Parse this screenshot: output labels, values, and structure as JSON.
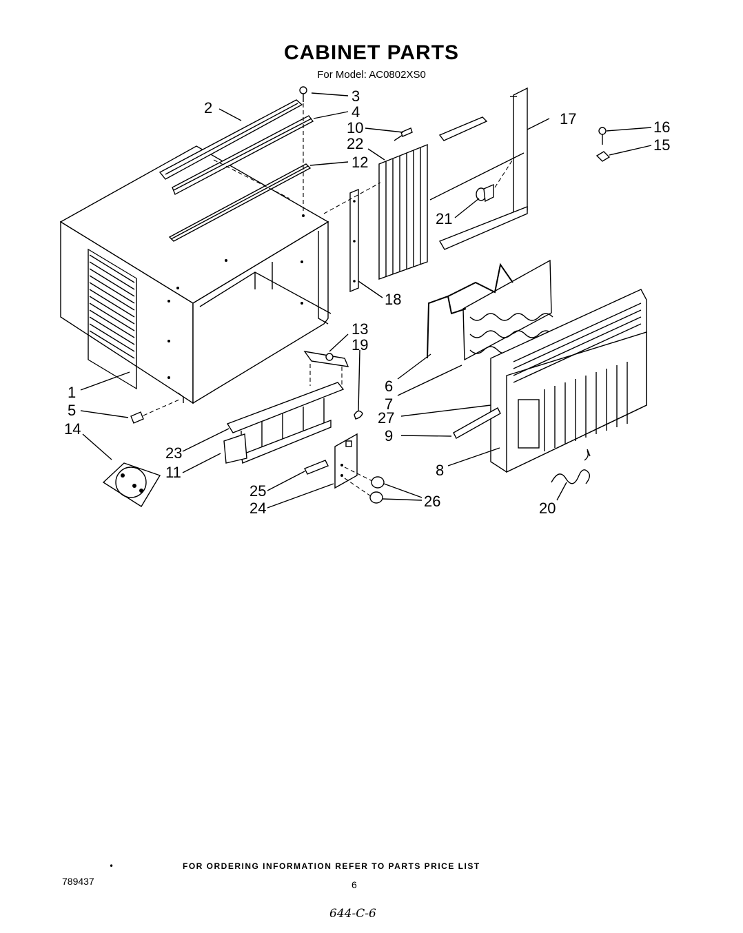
{
  "header": {
    "title": "CABINET PARTS",
    "subtitle": "For Model: AC0802XS0"
  },
  "callouts": [
    {
      "id": "1",
      "label": "1"
    },
    {
      "id": "2",
      "label": "2"
    },
    {
      "id": "3",
      "label": "3"
    },
    {
      "id": "4",
      "label": "4"
    },
    {
      "id": "5",
      "label": "5"
    },
    {
      "id": "6",
      "label": "6"
    },
    {
      "id": "7",
      "label": "7"
    },
    {
      "id": "8",
      "label": "8"
    },
    {
      "id": "9",
      "label": "9"
    },
    {
      "id": "10",
      "label": "10"
    },
    {
      "id": "11",
      "label": "11"
    },
    {
      "id": "12",
      "label": "12"
    },
    {
      "id": "13",
      "label": "13"
    },
    {
      "id": "14",
      "label": "14"
    },
    {
      "id": "15",
      "label": "15"
    },
    {
      "id": "16",
      "label": "16"
    },
    {
      "id": "17",
      "label": "17"
    },
    {
      "id": "18",
      "label": "18"
    },
    {
      "id": "19",
      "label": "19"
    },
    {
      "id": "20",
      "label": "20"
    },
    {
      "id": "21",
      "label": "21"
    },
    {
      "id": "22",
      "label": "22"
    },
    {
      "id": "23",
      "label": "23"
    },
    {
      "id": "24",
      "label": "24"
    },
    {
      "id": "25",
      "label": "25"
    },
    {
      "id": "26",
      "label": "26"
    },
    {
      "id": "27",
      "label": "27"
    }
  ],
  "footer": {
    "bullet": "•",
    "ordering_note": "FOR ORDERING INFORMATION REFER TO PARTS PRICE LIST",
    "document_number": "789437",
    "page_number": "6",
    "handwritten_note": "644-C-6"
  }
}
